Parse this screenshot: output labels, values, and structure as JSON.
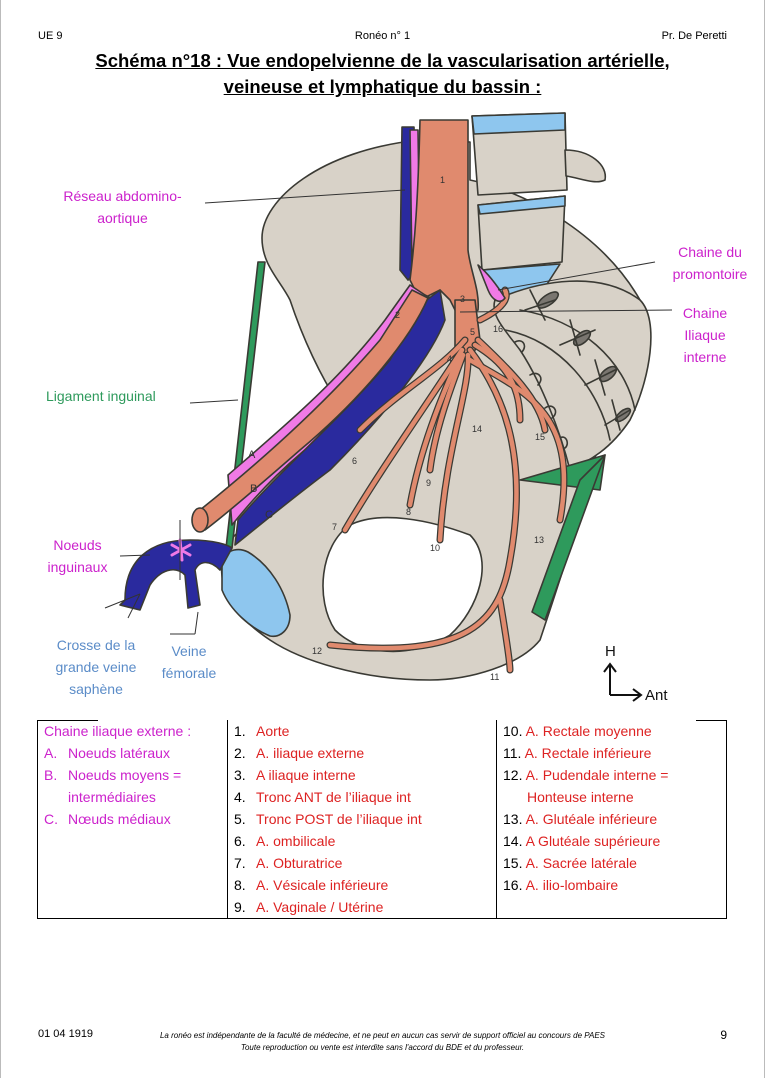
{
  "header": {
    "left": "UE 9",
    "center": "Ronéo n° 1",
    "right": "Pr. De Peretti"
  },
  "title": {
    "line1": "Schéma n°18 : Vue endopelvienne de la vascularisation artérielle,",
    "line2": "veineuse et lymphatique du bassin :"
  },
  "diagram_labels": {
    "reseau_line1": "Réseau abdomino-",
    "reseau_line2": "aortique",
    "chaine_promontoire_line1": "Chaine du",
    "chaine_promontoire_line2": "promontoire",
    "chaine_iliaque_line1": "Chaine",
    "chaine_iliaque_line2": "Iliaque",
    "chaine_iliaque_line3": "interne",
    "ligament": "Ligament inguinal",
    "noeuds_line1": "Noeuds",
    "noeuds_line2": "inguinaux",
    "crosse_line1": "Crosse de la",
    "crosse_line2": "grande veine",
    "crosse_line3": "saphène",
    "veine_line1": "Veine",
    "veine_line2": "fémorale",
    "orientation_up": "H",
    "orientation_right": "Ant"
  },
  "drawing_numbers": [
    "1",
    "2",
    "3",
    "4",
    "5",
    "6",
    "7",
    "8",
    "9",
    "10",
    "11",
    "12",
    "13",
    "14",
    "15",
    "16"
  ],
  "drawing_letters": [
    "A",
    "B",
    "C"
  ],
  "colors": {
    "lymph_magenta": "#cc22cc",
    "artery_red": "#dd2222",
    "ligament_green": "#2e9a5c",
    "vein_blue_label": "#5b8cc8",
    "bone": "#d8d2c8",
    "artery_fill": "#e08a6e",
    "vein_fill": "#2a2a9e",
    "lymph_fill": "#f07ae6",
    "cartilage": "#8ec6ee"
  },
  "legend": {
    "col1": {
      "heading": "Chaine iliaque externe :",
      "items": [
        {
          "letter": "A.",
          "text": "Noeuds latéraux"
        },
        {
          "letter": "B.",
          "text": "Noeuds moyens ="
        },
        {
          "letter": "",
          "text": "intermédiaires"
        },
        {
          "letter": "C.",
          "text": "Nœuds médiaux"
        }
      ]
    },
    "col2": [
      {
        "num": "1.",
        "text": "Aorte"
      },
      {
        "num": "2.",
        "text": "A. iliaque externe"
      },
      {
        "num": "3.",
        "text": "A iliaque interne"
      },
      {
        "num": "4.",
        "text": "Tronc ANT de l’iliaque int"
      },
      {
        "num": "5.",
        "text": "Tronc POST de l’iliaque int"
      },
      {
        "num": "6.",
        "text": "A. ombilicale"
      },
      {
        "num": "7.",
        "text": "A. Obturatrice"
      },
      {
        "num": "8.",
        "text": "A. Vésicale inférieure"
      },
      {
        "num": "9.",
        "text": "A. Vaginale / Utérine"
      }
    ],
    "col3": [
      {
        "num": "10.",
        "text": "A. Rectale moyenne"
      },
      {
        "num": "11.",
        "text": "A. Rectale inférieure"
      },
      {
        "num": "12.",
        "text": "A. Pudendale interne ="
      },
      {
        "num": "",
        "text": "Honteuse interne"
      },
      {
        "num": "13.",
        "text": "A. Glutéale inférieure"
      },
      {
        "num": "14.",
        "text": "A Glutéale supérieure"
      },
      {
        "num": "15.",
        "text": "A. Sacrée latérale"
      },
      {
        "num": "16.",
        "text": "A. ilio-lombaire"
      }
    ]
  },
  "footer": {
    "date": "01 04 1919",
    "note_line1": "La ronéo est indépendante de la faculté de médecine, et ne peut en aucun cas servir de support officiel au concours de PAES",
    "note_line2": "Toute reproduction ou vente est interdite sans l'accord du BDE et du professeur.",
    "page_number": "9"
  }
}
